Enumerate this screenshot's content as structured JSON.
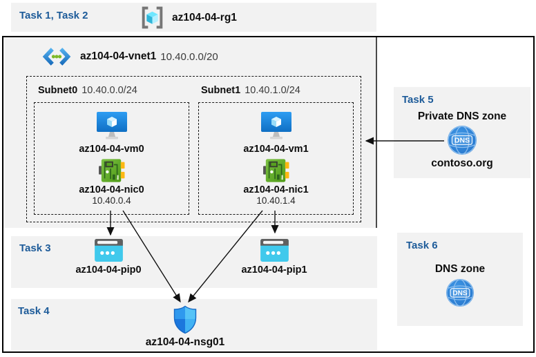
{
  "colors": {
    "task_heading": "#1d5b99",
    "panel_background": "#f2f2f2",
    "frame_border": "#000000",
    "vm_blue": "#1e87d8",
    "nic_green": "#5fa71f",
    "pip_cyan": "#40c9ec",
    "nsg_blue": "#2f99ee",
    "dns_blue": "#2b7fd4"
  },
  "icons": {
    "resource_group": "bracketed-cube-icon",
    "vnet": "chevrons-with-dots-icon",
    "vm": "monitor-with-cube-icon",
    "nic": "network-card-icon",
    "public_ip": "browser-window-dots-icon",
    "nsg": "quartered-shield-icon",
    "dns": "globe-dns-icon"
  },
  "header": {
    "tasks": "Task 1, Task 2",
    "resource_group": "az104-04-rg1"
  },
  "vnet": {
    "name": "az104-04-vnet1",
    "cidr": "10.40.0.0/20",
    "subnets": [
      {
        "name": "Subnet0",
        "cidr": "10.40.0.0/24",
        "vm": "az104-04-vm0",
        "nic": "az104-04-nic0",
        "ip": "10.40.0.4"
      },
      {
        "name": "Subnet1",
        "cidr": "10.40.1.0/24",
        "vm": "az104-04-vm1",
        "nic": "az104-04-nic1",
        "ip": "10.40.1.4"
      }
    ]
  },
  "task3": {
    "label": "Task 3",
    "pips": [
      "az104-04-pip0",
      "az104-04-pip1"
    ]
  },
  "task4": {
    "label": "Task 4",
    "nsg": "az104-04-nsg01"
  },
  "task5": {
    "label": "Task 5",
    "title": "Private DNS zone",
    "zone": "contoso.org",
    "icon_label": "DNS"
  },
  "task6": {
    "label": "Task 6",
    "title": "DNS zone",
    "icon_label": "DNS"
  }
}
